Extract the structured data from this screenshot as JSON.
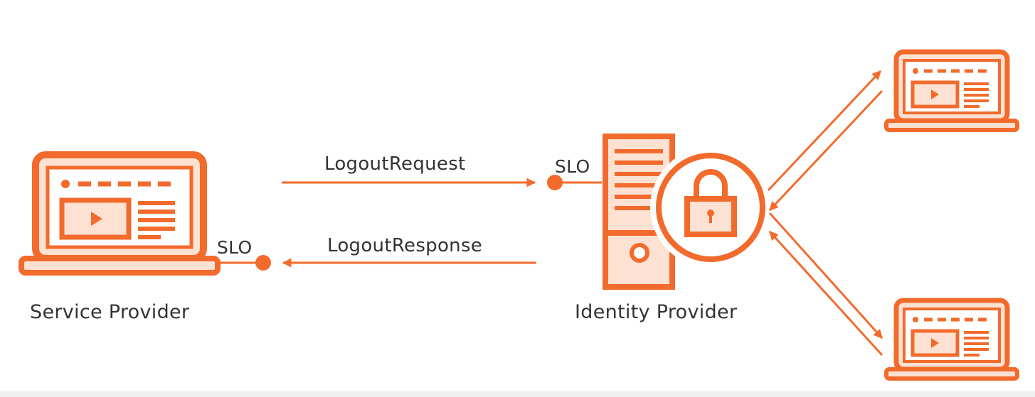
{
  "colors": {
    "accent": "#f26b2d",
    "accent_light": "#fde1d3",
    "text": "#333333"
  },
  "messages": {
    "request": "LogoutRequest",
    "response": "LogoutResponse"
  },
  "endpoints": {
    "sp_slo": "SLO",
    "idp_slo": "SLO"
  },
  "nodes": {
    "service_provider": "Service Provider",
    "identity_provider": "Identity Provider"
  },
  "icons": {
    "service_provider": "laptop-icon",
    "identity_provider": "server-icon",
    "lock": "lock-icon",
    "other_sps": [
      "laptop-icon",
      "laptop-icon"
    ]
  }
}
